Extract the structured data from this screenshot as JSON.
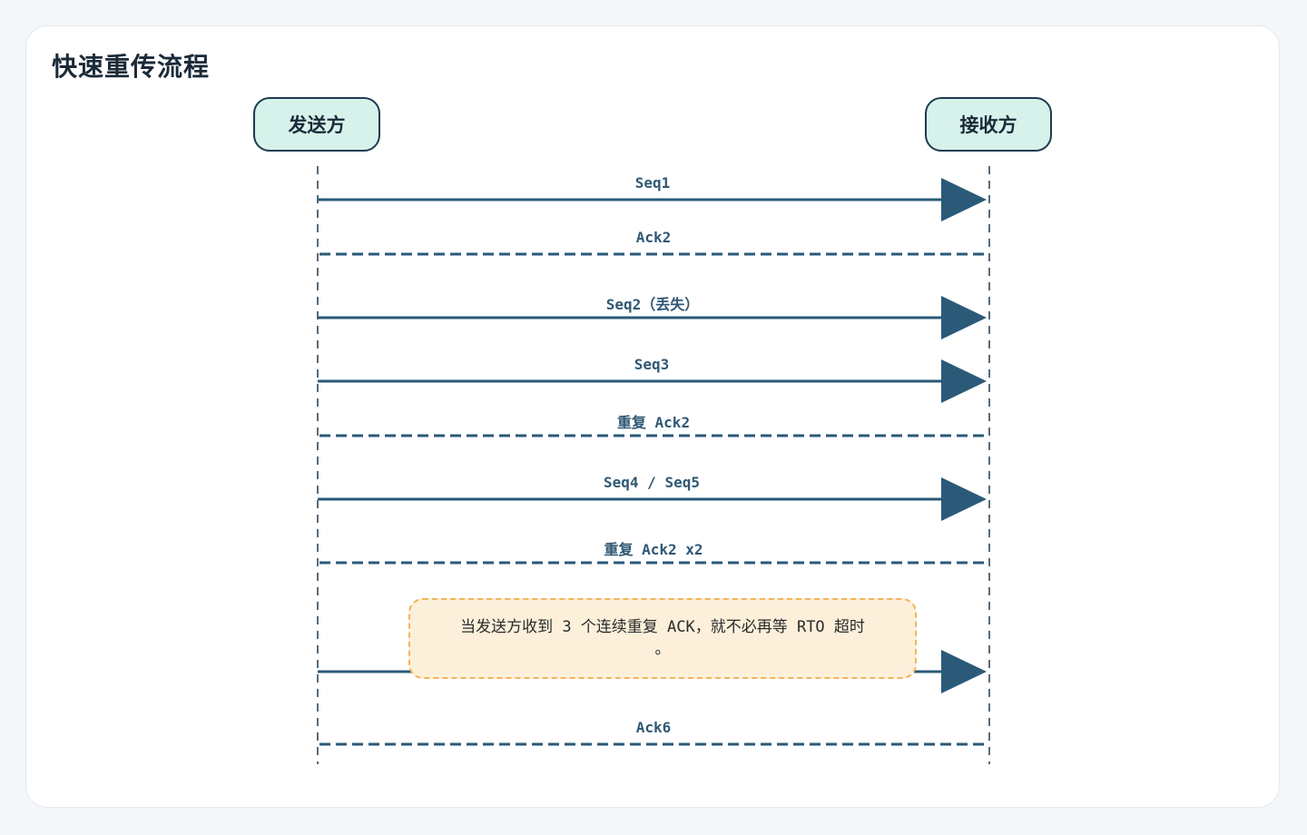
{
  "title": "快速重传流程",
  "actors": {
    "sender": "发送方",
    "receiver": "接收方"
  },
  "messages": [
    {
      "label": "Seq1",
      "direction": "sender-to-receiver",
      "style": "solid"
    },
    {
      "label": "Ack2",
      "direction": "receiver-to-sender",
      "style": "dashed"
    },
    {
      "label": "Seq2（丢失）",
      "direction": "sender-to-receiver",
      "style": "solid"
    },
    {
      "label": "Seq3",
      "direction": "sender-to-receiver",
      "style": "solid"
    },
    {
      "label": "重复 Ack2",
      "direction": "receiver-to-sender",
      "style": "dashed"
    },
    {
      "label": "Seq4 / Seq5",
      "direction": "sender-to-receiver",
      "style": "solid"
    },
    {
      "label": "重复 Ack2 x2",
      "direction": "receiver-to-sender",
      "style": "dashed"
    },
    {
      "label": "",
      "direction": "sender-to-receiver",
      "style": "solid"
    },
    {
      "label": "Ack6",
      "direction": "receiver-to-sender",
      "style": "dashed"
    }
  ],
  "note": {
    "line1": "当发送方收到 3 个连续重复 ACK，就不必再等 RTO 超时",
    "line2": "。"
  },
  "colors": {
    "line": "#2a5a78",
    "lifeline": "#5a6b7a",
    "actor_fill": "#d7f2ea",
    "actor_border": "#1d3b52",
    "note_fill": "#fdf0db",
    "note_border": "#f3b55a"
  }
}
